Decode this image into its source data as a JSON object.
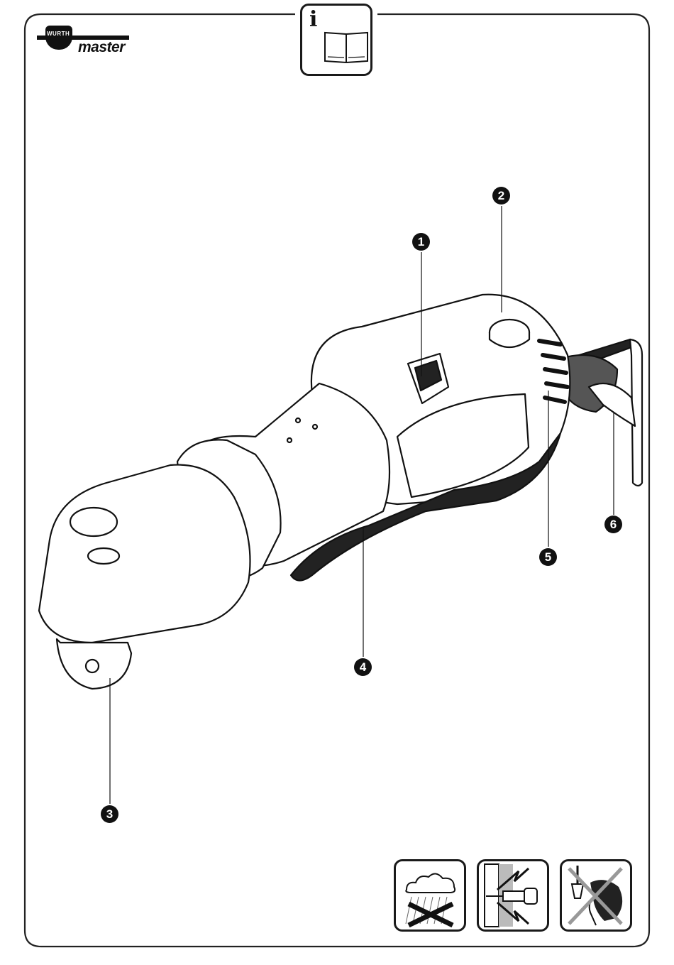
{
  "logo": {
    "brand": "WURTH",
    "line": "master"
  },
  "info_symbol": "i",
  "callouts": [
    "1",
    "2",
    "3",
    "4",
    "5",
    "6"
  ],
  "warnings": [
    {
      "icon": "no-rain-icon"
    },
    {
      "icon": "hidden-cables-warning-icon"
    },
    {
      "icon": "no-hair-entanglement-icon"
    }
  ]
}
